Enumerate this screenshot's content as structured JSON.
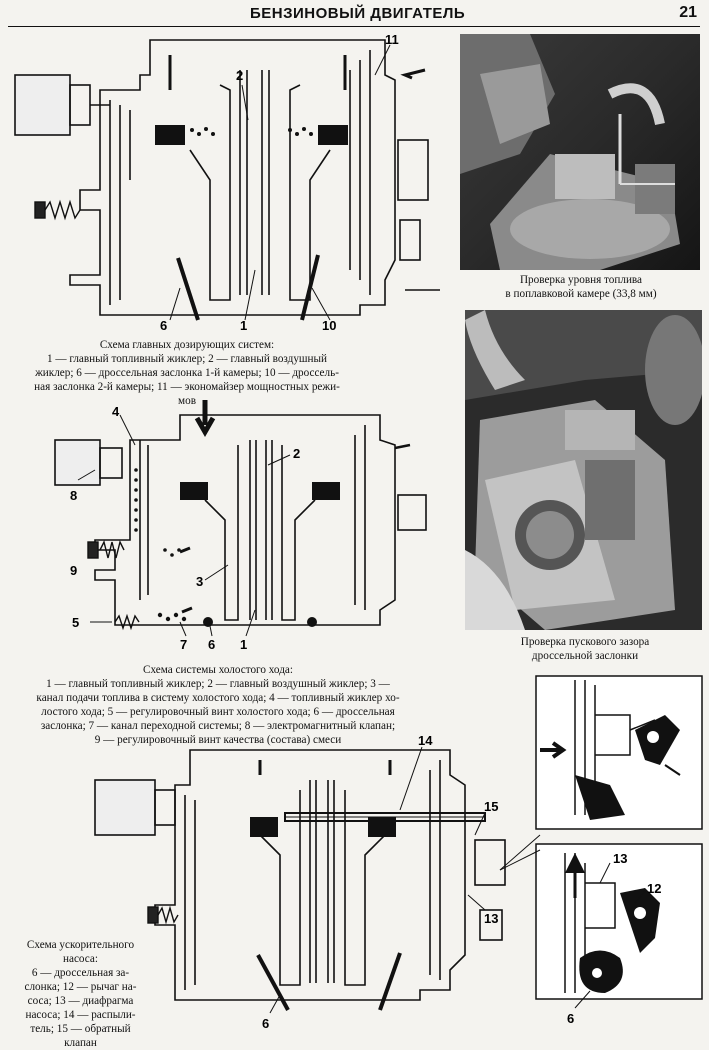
{
  "header": {
    "title": "БЕНЗИНОВЫЙ ДВИГАТЕЛЬ",
    "page_number": "21"
  },
  "diagram1": {
    "labels": [
      "2",
      "11",
      "6",
      "1",
      "10"
    ],
    "caption_title": "Схема главных дозирующих систем:",
    "caption_lines": [
      "1 — главный топливный жиклер; 2 — главный воздушный",
      "жиклер; 6 — дроссельная заслонка 1-й камеры; 10 — дроссель-",
      "ная заслонка 2-й камеры; 11 — экономайзер мощностных режи-",
      "мов"
    ]
  },
  "diagram2": {
    "labels": [
      "4",
      "2",
      "8",
      "9",
      "3",
      "5",
      "7",
      "6",
      "1"
    ],
    "caption_title": "Схема системы холостого хода:",
    "caption_lines": [
      "1 — главный топливный жиклер; 2 — главный воздушный жиклер; 3 —",
      "канал подачи топлива в систему холостого хода; 4 — топливный жиклер хо-",
      "лостого хода; 5 — регулировочный винт холостого хода; 6 — дроссельная",
      "заслонка; 7 — канал переходной системы; 8 — электромагнитный клапан;",
      "9 — регулировочный винт качества (состава) смеси"
    ]
  },
  "diagram3": {
    "labels": [
      "14",
      "15",
      "13",
      "6"
    ],
    "caption_lines": [
      "Схема ускорительного",
      "насоса:",
      "6 — дроссельная за-",
      "слонка; 12 — рычаг на-",
      "соса; 13 — диафрагма",
      "насоса; 14 — распыли-",
      "тель; 15 — обратный",
      "клапан"
    ]
  },
  "photo1": {
    "caption_lines": [
      "Проверка уровня топлива",
      "в поплавковой камере (33,8 мм)"
    ]
  },
  "photo2": {
    "caption_lines": [
      "Проверка пускового зазора",
      "дроссельной заслонки"
    ]
  },
  "inset_lower": {
    "labels": [
      "13",
      "12",
      "6"
    ]
  }
}
